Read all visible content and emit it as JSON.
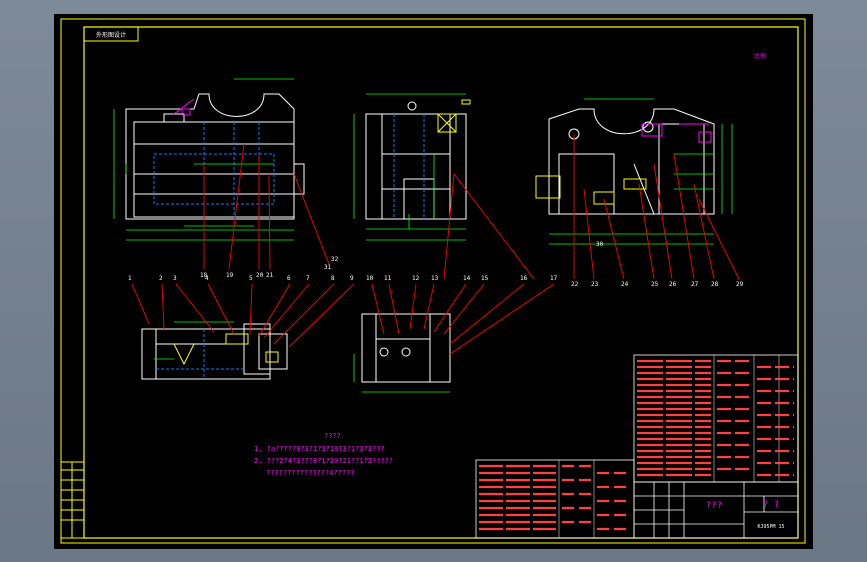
{
  "drawing": {
    "title_tag": "外形图设计",
    "scale_note": "比例",
    "leader_numbers": [
      "1",
      "2",
      "3",
      "4",
      "5",
      "6",
      "7",
      "8",
      "9",
      "10",
      "11",
      "12",
      "13",
      "14",
      "15",
      "16",
      "17",
      "18",
      "19",
      "20",
      "21",
      "22",
      "23",
      "24",
      "25",
      "26",
      "27",
      "28",
      "29",
      "30",
      "31",
      "32"
    ],
    "notes": {
      "heading": "????",
      "line1": "1. ?a?????9?3?1?3?19?3?1?3?3???",
      "line2": "2. ???2?4?3?7?8?1?20?21??1?2?????",
      "line3": "???????????????4?????"
    },
    "title_block": {
      "name": "???",
      "part": "? ?",
      "drawing_no": "KJ95PM 15"
    }
  },
  "colors": {
    "background": "#000000",
    "frame": "#ffff00",
    "outline": "#ffffff",
    "dimension": "#00ff00",
    "leader": "#ff0000",
    "annotation": "#ff00ff",
    "hidden": "#0080ff",
    "hatch": "#ffff00",
    "table_text": "#ff4040"
  }
}
